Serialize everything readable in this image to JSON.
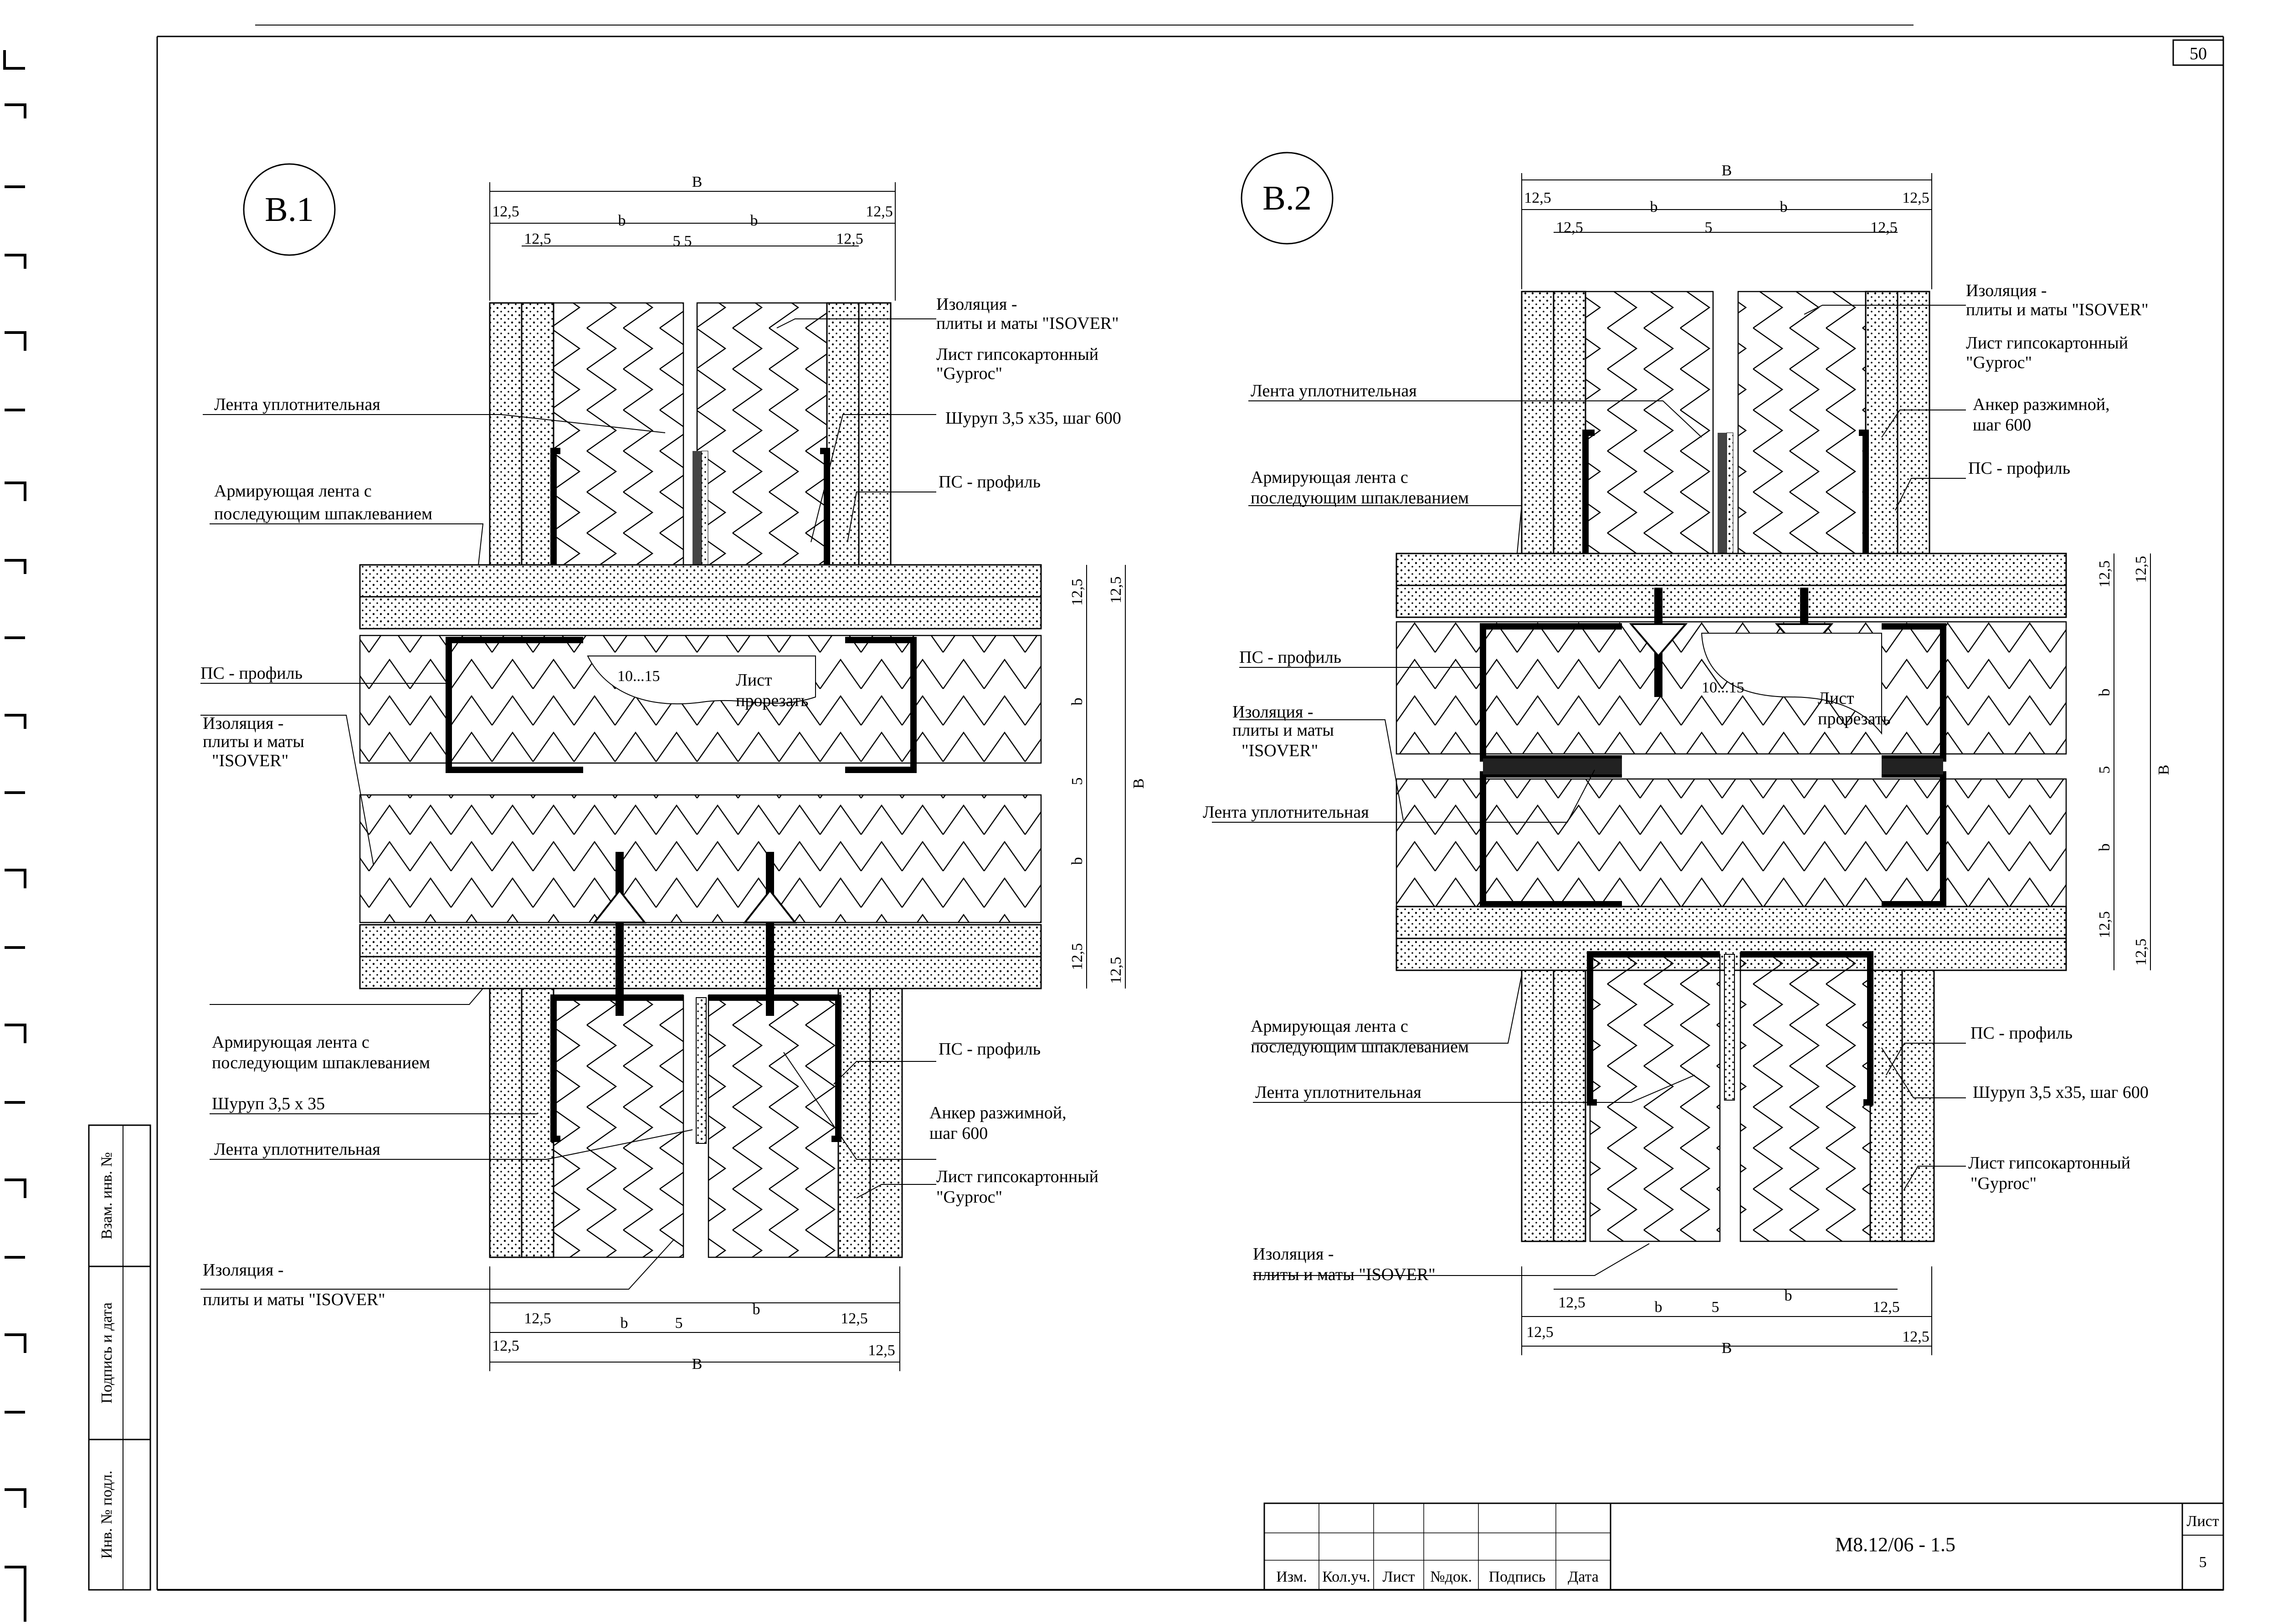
{
  "page_number": "50",
  "side_stamp": {
    "fields": [
      "Взам. инв. №",
      "Подпись и дата",
      "Инв. № подл."
    ]
  },
  "title_block": {
    "columns": [
      "Изм.",
      "Кол.уч.",
      "Лист",
      "№док.",
      "Подпись",
      "Дата"
    ],
    "document_code": "М8.12/06 - 1.5",
    "sheet_label": "Лист",
    "sheet_number": "5"
  },
  "details": [
    {
      "id": "B1",
      "title": "В.1",
      "callouts": [
        "Изоляция -",
        "плиты и маты \"ISOVER\"",
        "Лист гипсокартонный",
        "\"Gyproc\"",
        "Лента уплотнительная",
        "Шуруп 3,5 х35, шаг 600",
        "Армирующая лента с",
        "последующим шпаклеванием",
        "ПС - профиль",
        "ПС - профиль",
        "Изоляция -",
        "плиты и маты",
        "\"ISOVER\"",
        "10...15",
        "Лист",
        "прорезать",
        "Армирующая лента с",
        "последующим шпаклеванием",
        "ПС - профиль",
        "Шуруп 3,5 х 35",
        "Анкер разжимной,",
        "шаг 600",
        "Лента уплотнительная",
        "Лист гипсокартонный",
        "\"Gyproc\"",
        "Изоляция -",
        "плиты и маты \"ISOVER\""
      ],
      "top_dims": [
        "B",
        "12,5",
        "b",
        "5",
        "b",
        "12,5",
        "12,5",
        "5",
        "12,5"
      ],
      "right_dims": [
        "12,5",
        "12,5",
        "b",
        "5",
        "b",
        "12,5",
        "12,5",
        "B"
      ],
      "bottom_dims": [
        "12,5",
        "b",
        "5",
        "b",
        "12,5",
        "12,5",
        "B",
        "12,5"
      ]
    },
    {
      "id": "B2",
      "title": "В.2",
      "callouts": [
        "Изоляция -",
        "плиты и маты \"ISOVER\"",
        "Лист гипсокартонный",
        "\"Gyproc\"",
        "Лента уплотнительная",
        "Анкер разжимной,",
        "шаг 600",
        "Армирующая лента с",
        "последующим шпаклеванием",
        "ПС - профиль",
        "ПС - профиль",
        "Изоляция -",
        "плиты и маты",
        "\"ISOVER\"",
        "10...15",
        "Лист",
        "прорезать",
        "Лента уплотнительная",
        "Армирующая лента с",
        "последующим шпаклеванием",
        "ПС - профиль",
        "Лента уплотнительная",
        "Шуруп 3,5 х35, шаг 600",
        "Лист гипсокартонный",
        "\"Gyproc\"",
        "Изоляция -",
        "плиты и маты \"ISOVER\""
      ],
      "top_dims": [
        "B",
        "12,5",
        "b",
        "5",
        "b",
        "12,5",
        "12,5",
        "12,5"
      ],
      "right_dims": [
        "12,5",
        "12,5",
        "b",
        "5",
        "b",
        "12,5",
        "12,5",
        "B"
      ],
      "bottom_dims": [
        "12,5",
        "b",
        "5",
        "b",
        "12,5",
        "12,5",
        "B",
        "12,5"
      ]
    }
  ]
}
